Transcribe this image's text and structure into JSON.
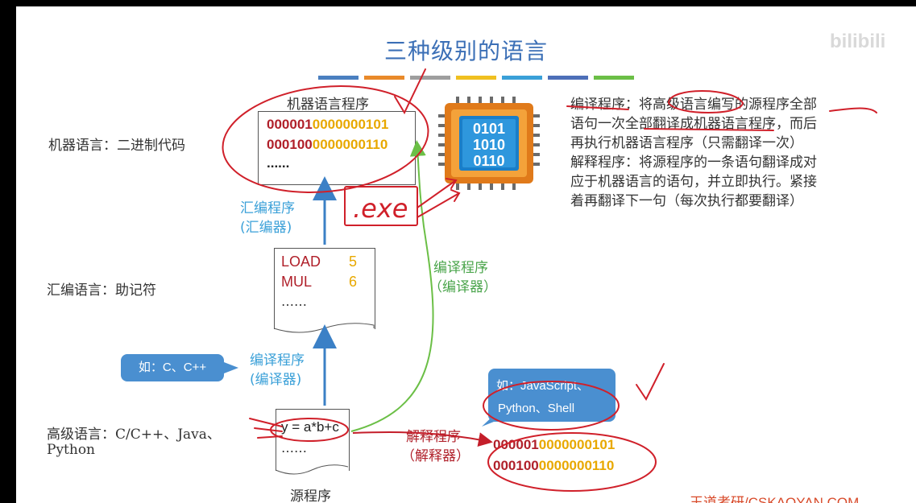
{
  "title": "三种级别的语言",
  "color_bar": [
    "#4a7fc0",
    "#e98a2a",
    "#9e9e9e",
    "#f0c020",
    "#3aa0d8",
    "#4d6fb8",
    "#6bbf46"
  ],
  "left_labels": {
    "machine": "机器语言：二进制代码",
    "assembly": "汇编语言：助记符",
    "high_line1": "高级语言：C/C++、Java、",
    "high_line2": "Python"
  },
  "machine_box": {
    "title": "机器语言程序",
    "line1_red": "000001",
    "line1_gold": "0000000101",
    "line2_red": "000100",
    "line2_gold": "0000000110",
    "ellipsis": "......"
  },
  "assembly_box": {
    "op1": "LOAD",
    "arg1": "5",
    "op2": "MUL",
    "arg2": "6",
    "ellipsis": "……"
  },
  "source_box": {
    "line1": "y = a*b+c",
    "ellipsis": "……",
    "caption": "源程序"
  },
  "arrows": {
    "assembler_line1": "汇编程序",
    "assembler_line2": "(汇编器)",
    "compiler_mid_line1": "编译程序",
    "compiler_mid_line2": "(编译器)",
    "compiler_green_line1": "编译程序",
    "compiler_green_line2": "（编译器）",
    "interpreter_line1": "解释程序",
    "interpreter_line2": "（解释器）"
  },
  "bubbles": {
    "compiled_examples": "如：C、C++",
    "interpreted_line1": "如：JavaScript、",
    "interpreted_line2": "Python、Shell"
  },
  "chip": {
    "line1": "0101",
    "line2": "1010",
    "line3": "0110"
  },
  "interp_output": {
    "line1_red": "000001",
    "line1_gold": "0000000101",
    "line2_red": "000100",
    "line2_gold": "0000000110"
  },
  "annotation": ".exe",
  "descriptions": {
    "compile_1": "编译程序：将高级语言编写的源程序全部",
    "compile_2": "语句一次全部翻译成机器语言程序，而后",
    "compile_3": "再执行机器语言程序（只需翻译一次）",
    "interp_1": "解释程序：将源程序的一条语句翻译成对",
    "interp_2": "应于机器语言的语句，并立即执行。紧接",
    "interp_3": "着再翻译下一句（每次执行都要翻译）"
  },
  "watermark_top": "bilibili",
  "footer": "王道考研/CSKAOYAN.COM"
}
